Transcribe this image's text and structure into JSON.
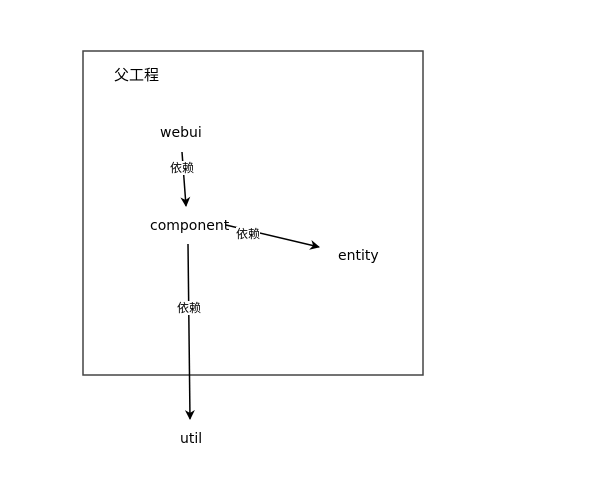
{
  "diagram": {
    "container": {
      "label": "父工程"
    },
    "nodes": {
      "webui": "webui",
      "component": "component",
      "entity": "entity",
      "util": "util"
    },
    "edges": [
      {
        "from": "webui",
        "to": "component",
        "label": "依赖"
      },
      {
        "from": "component",
        "to": "entity",
        "label": "依赖"
      },
      {
        "from": "component",
        "to": "util",
        "label": "依赖"
      }
    ],
    "colors": {
      "line": "#000000",
      "border": "#444444"
    }
  }
}
